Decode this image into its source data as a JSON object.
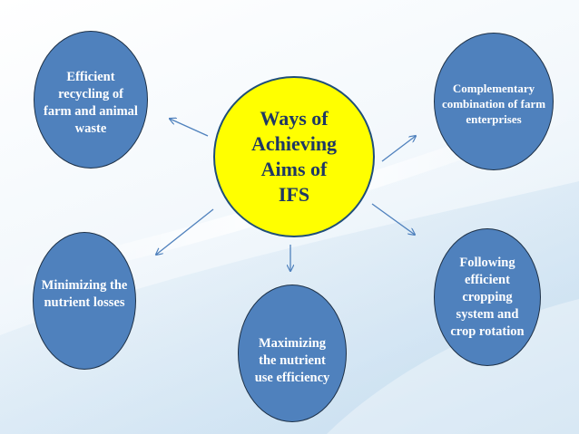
{
  "diagram": {
    "center": "Ways of Achieving Aims of IFS",
    "nodes": {
      "recycling": "Efficient recycling of farm and animal waste",
      "complementary": "Complementary combination of farm enterprises",
      "minimizing": "Minimizing the nutrient losses",
      "maximizing": "Maximizing the nutrient use efficiency",
      "following": "Following efficient cropping system and crop rotation"
    }
  },
  "colors": {
    "node_fill": "#4f81bd",
    "center_fill": "#ffff00",
    "center_text": "#1f3864",
    "node_text": "#ffffff",
    "arrow": "#4f81bd"
  }
}
